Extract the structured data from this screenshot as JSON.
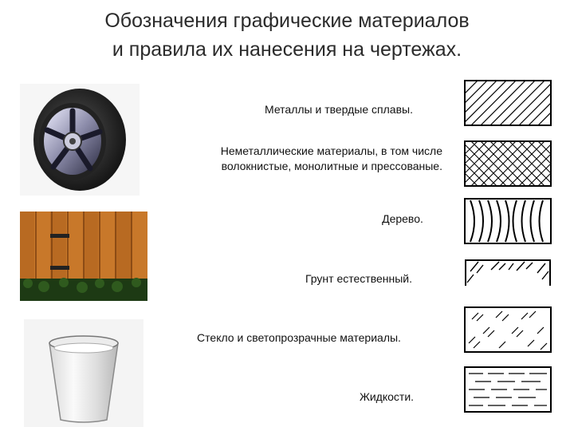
{
  "title": {
    "line1": "Обозначения графические материалов",
    "line2": "и правила их нанесения на чертежах."
  },
  "rows": [
    {
      "label": "Металлы и твердые сплавы.",
      "pattern": "diagonal-hatch"
    },
    {
      "label_line1": "Неметаллические материалы, в том числе",
      "label_line2": "волокнистые, монолитные и прессованые.",
      "pattern": "cross-hatch"
    },
    {
      "label": "Дерево.",
      "pattern": "wood-arcs"
    },
    {
      "label": "Грунт естественный.",
      "pattern": "soil-hatch"
    },
    {
      "label": "Стекло и светопрозрачные материалы.",
      "pattern": "glass-dashes"
    },
    {
      "label": "Жидкости.",
      "pattern": "liquid-dashes"
    }
  ],
  "images": [
    {
      "subject": "wheel-icon"
    },
    {
      "subject": "wooden-fence-icon"
    },
    {
      "subject": "glass-cup-icon"
    }
  ]
}
